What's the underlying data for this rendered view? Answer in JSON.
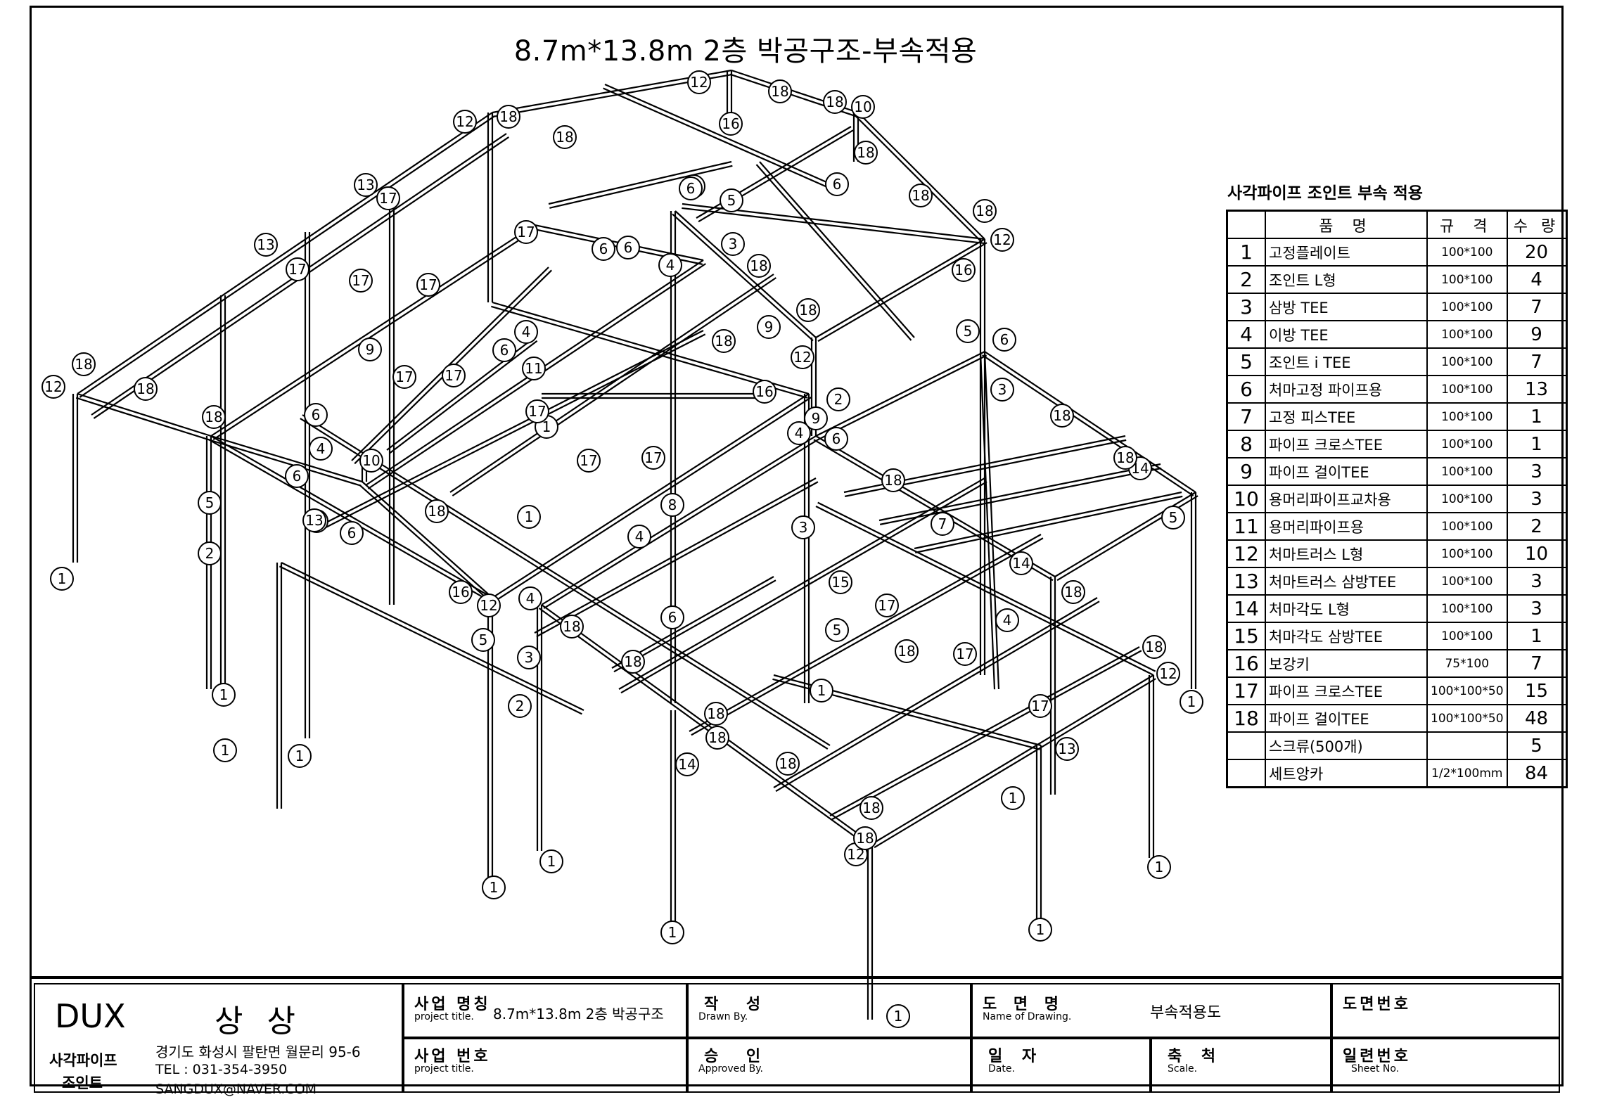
{
  "drawing": {
    "title": "8.7m*13.8m 2층 박공구조-부속적용",
    "callouts": [
      "1",
      "2",
      "3",
      "4",
      "5",
      "6",
      "7",
      "8",
      "9",
      "10",
      "11",
      "12",
      "13",
      "14",
      "15",
      "16",
      "17",
      "18"
    ]
  },
  "parts_table": {
    "heading": "사각파이프 조인트 부속 적용",
    "headers": [
      "품      명",
      "규   격",
      "수   량"
    ],
    "rows": [
      {
        "no": "1",
        "name": "고정플레이트",
        "spec": "100*100",
        "qty": "20"
      },
      {
        "no": "2",
        "name": "조인트 L형",
        "spec": "100*100",
        "qty": "4"
      },
      {
        "no": "3",
        "name": "삼방 TEE",
        "spec": "100*100",
        "qty": "7"
      },
      {
        "no": "4",
        "name": "이방 TEE",
        "spec": "100*100",
        "qty": "9"
      },
      {
        "no": "5",
        "name": "조인트 i TEE",
        "spec": "100*100",
        "qty": "7"
      },
      {
        "no": "6",
        "name": "처마고정 파이프용",
        "spec": "100*100",
        "qty": "13"
      },
      {
        "no": "7",
        "name": "고정 피스TEE",
        "spec": "100*100",
        "qty": "1"
      },
      {
        "no": "8",
        "name": "파이프 크로스TEE",
        "spec": "100*100",
        "qty": "1"
      },
      {
        "no": "9",
        "name": "파이프 걸이TEE",
        "spec": "100*100",
        "qty": "3"
      },
      {
        "no": "10",
        "name": "용머리파이프교차용",
        "spec": "100*100",
        "qty": "3"
      },
      {
        "no": "11",
        "name": "용머리파이프용",
        "spec": "100*100",
        "qty": "2"
      },
      {
        "no": "12",
        "name": "처마트러스 L형",
        "spec": "100*100",
        "qty": "10"
      },
      {
        "no": "13",
        "name": "처마트러스 삼방TEE",
        "spec": "100*100",
        "qty": "3"
      },
      {
        "no": "14",
        "name": "처마각도 L형",
        "spec": "100*100",
        "qty": "3"
      },
      {
        "no": "15",
        "name": "처마각도 삼방TEE",
        "spec": "100*100",
        "qty": "1"
      },
      {
        "no": "16",
        "name": "보강키",
        "spec": "75*100",
        "qty": "7"
      },
      {
        "no": "17",
        "name": "파이프 크로스TEE",
        "spec": "100*100*50",
        "qty": "15"
      },
      {
        "no": "18",
        "name": "파이프 걸이TEE",
        "spec": "100*100*50",
        "qty": "48"
      },
      {
        "no": "",
        "name": "스크류(500개)",
        "spec": "",
        "qty": "5"
      },
      {
        "no": "",
        "name": "세트앙카",
        "spec": "1/2*100mm",
        "qty": "84"
      }
    ]
  },
  "title_block": {
    "company": "DUX",
    "company_kr": "상 상",
    "company_type_1": "사각파이프",
    "company_type_2": "조인트",
    "address": "경기도 화성시 팔탄면 월문리 95-6",
    "tel": "TEL : 031-354-3950",
    "email": "SANGDUX@NAVER.COM",
    "project_name_label": "사업 명칭",
    "project_name_sub": "project title.",
    "project_name_value": "8.7m*13.8m 2층 박공구조",
    "drawn_label": "작  성",
    "drawn_sub": "Drawn By.",
    "drawing_name_label": "도 면 명",
    "drawing_name_sub": "Name of Drawing.",
    "drawing_name_value": "부속적용도",
    "drawing_no_label": "도면번호",
    "project_no_label": "사업 번호",
    "project_no_sub": "project title.",
    "approved_label": "승  인",
    "approved_sub": "Approved By.",
    "date_label": "일 자",
    "date_sub": "Date.",
    "scale_label": "축 척",
    "scale_sub": "Scale.",
    "sheet_label": "일련번호",
    "sheet_sub": "Sheet No."
  }
}
